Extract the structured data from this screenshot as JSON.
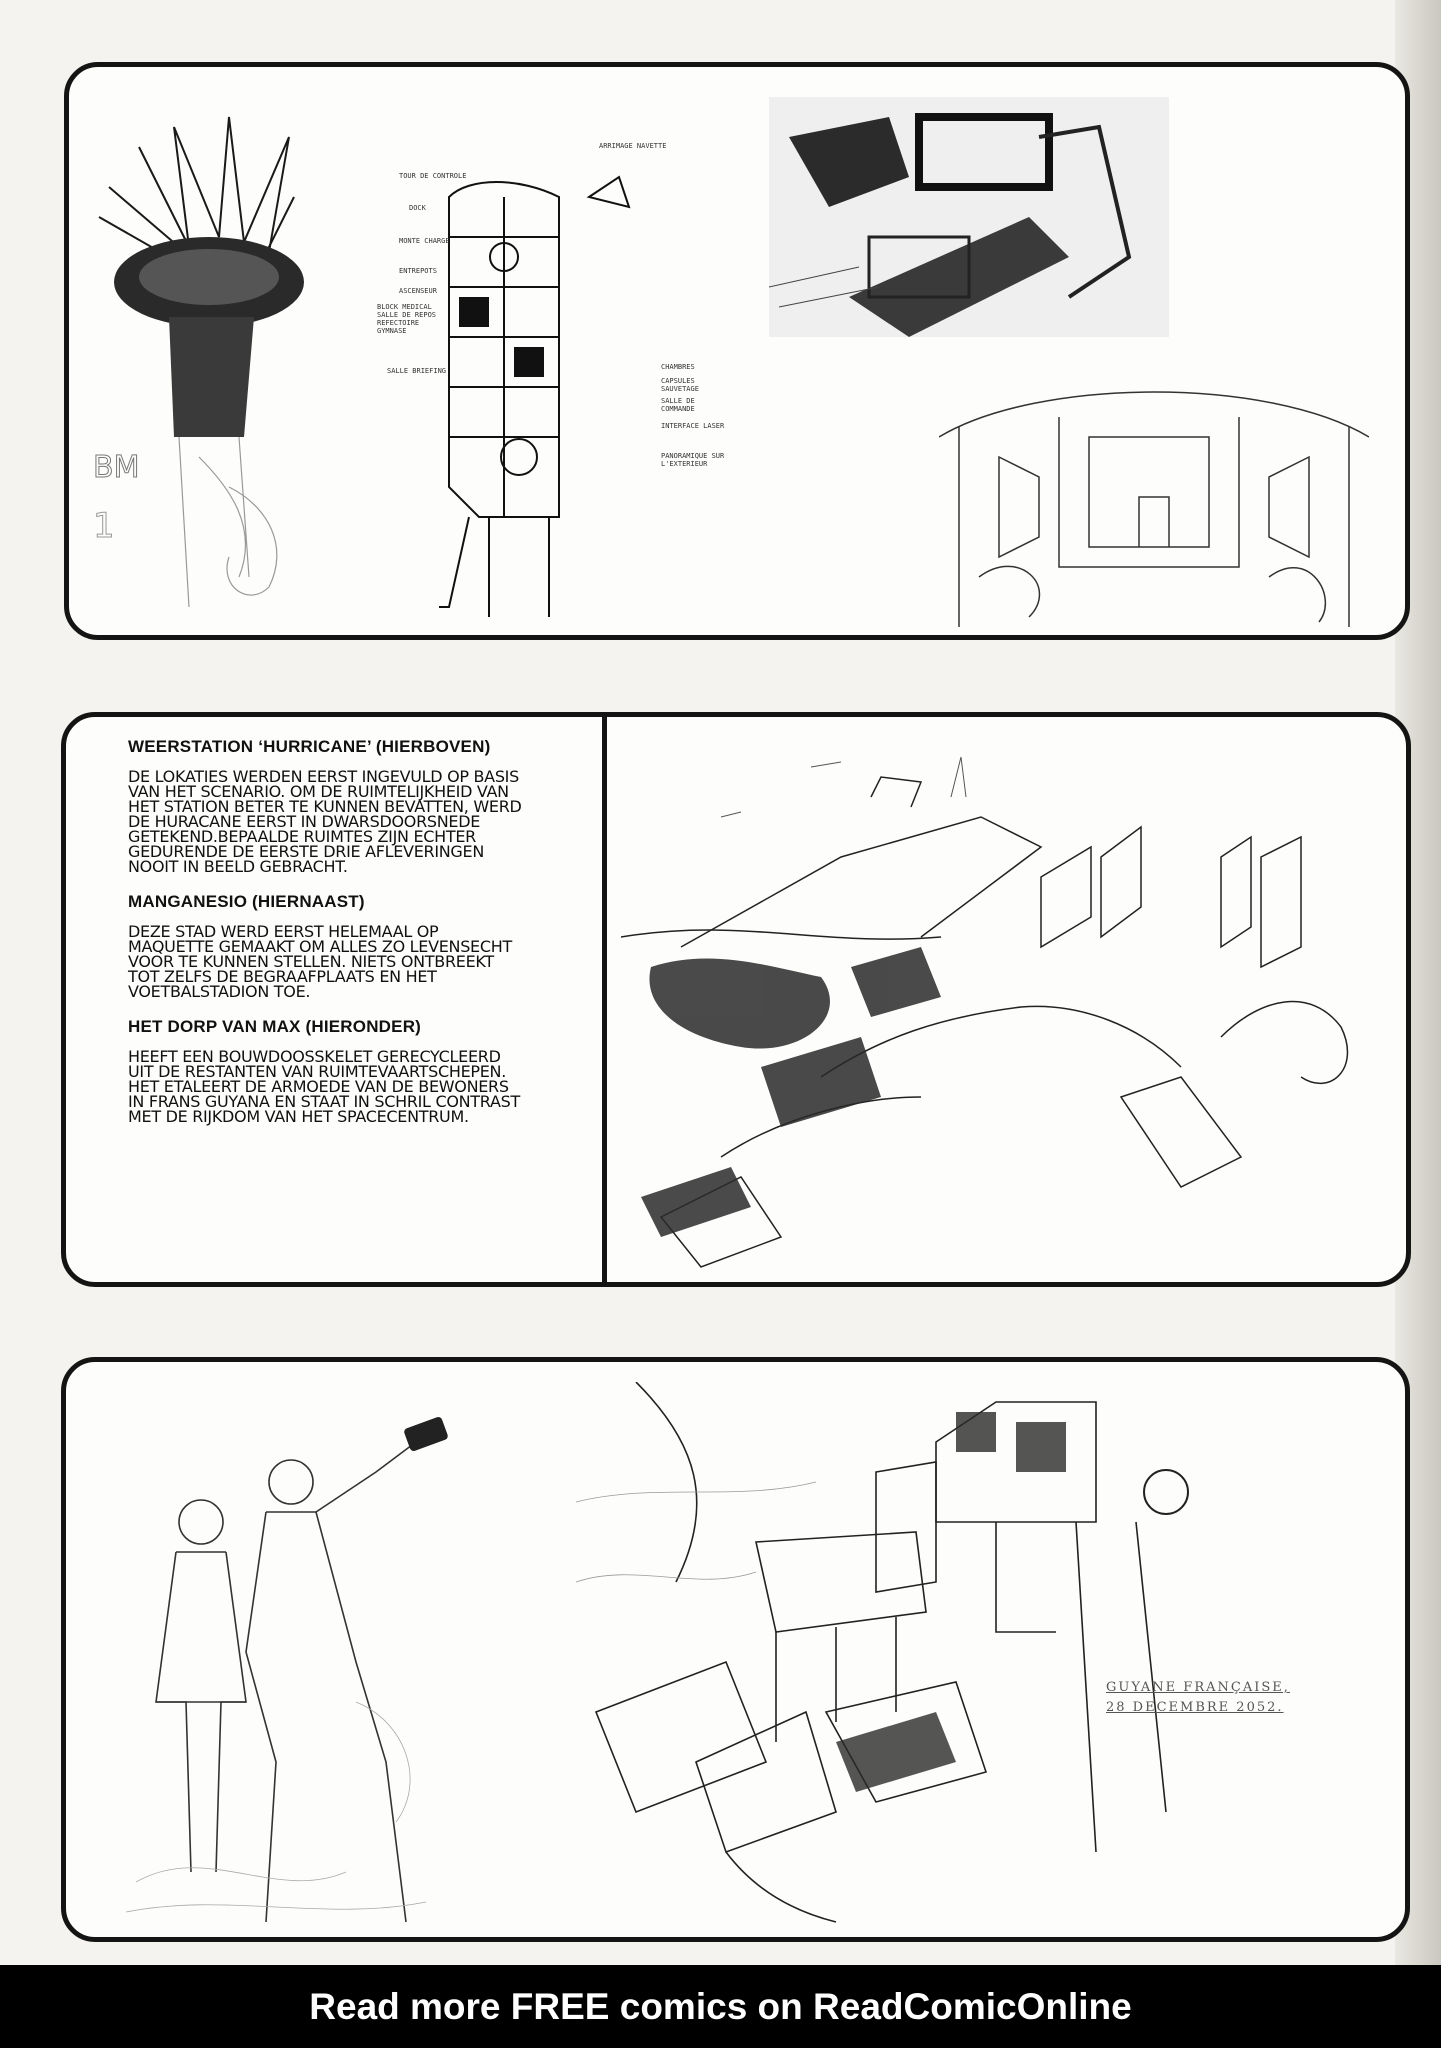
{
  "panel_1": {
    "cutaway_labels": [
      "TOUR DE CONTROLE",
      "DOCK",
      "MONTE CHARGE",
      "ENTREPOTS",
      "ASCENSEUR",
      "BLOCK MEDICAL SALLE DE REPOS REFECTOIRE GYMNASE",
      "SALLE BRIEFING",
      "ARRIMAGE NAVETTE",
      "CHAMBRES",
      "CAPSULES SAUVETAGE",
      "SALLE DE COMMANDE",
      "INTERFACE LASER",
      "PANORAMIQUE SUR L'EXTERIEUR"
    ],
    "logo_text": "BM"
  },
  "panel_2": {
    "sections": [
      {
        "title": "WEERSTATION ‘HURRICANE’ (HIERBOVEN)",
        "body": "DE LOKATIES WERDEN EERST INGEVULD OP BASIS VAN HET SCENARIO. OM DE RUIMTELIJKHEID VAN HET STATION BETER TE KUNNEN BEVATTEN, WERD DE HURACANE EERST IN DWARSDOORSNEDE GETEKEND.BEPAALDE RUIMTES ZIJN ECHTER GEDURENDE DE EERSTE DRIE AFLEVERINGEN NOOIT IN BEELD GEBRACHT."
      },
      {
        "title": "MANGANESIO (HIERNAAST)",
        "body": "DEZE STAD WERD EERST HELEMAAL OP MAQUETTE GEMAAKT OM ALLES ZO LEVENSECHT VOOR TE KUNNEN STELLEN. NIETS ONTBREEKT TOT ZELFS DE BEGRAAFPLAATS EN HET VOETBALSTADION TOE."
      },
      {
        "title": "HET DORP VAN MAX (HIERONDER)",
        "body": "HEEFT EEN BOUWDOOSSKELET GERECYCLEERD UIT DE RESTANTEN VAN RUIMTEVAARTSCHEPEN. HET ETALEERT DE ARMOEDE VAN DE BEWONERS IN FRANS GUYANA EN STAAT IN SCHRIL CONTRAST MET DE RIJKDOM VAN HET SPACECENTRUM."
      }
    ]
  },
  "panel_3": {
    "handwritten_caption": [
      "GUYANE FRANÇAISE,",
      "28 DECEMBRE 2052."
    ]
  },
  "banner": {
    "text": "Read more FREE comics on ReadComicOnline"
  },
  "colors": {
    "ink": "#141414",
    "paper": "#fdfdfb",
    "banner_bg": "#000000",
    "banner_text": "#ffffff"
  }
}
